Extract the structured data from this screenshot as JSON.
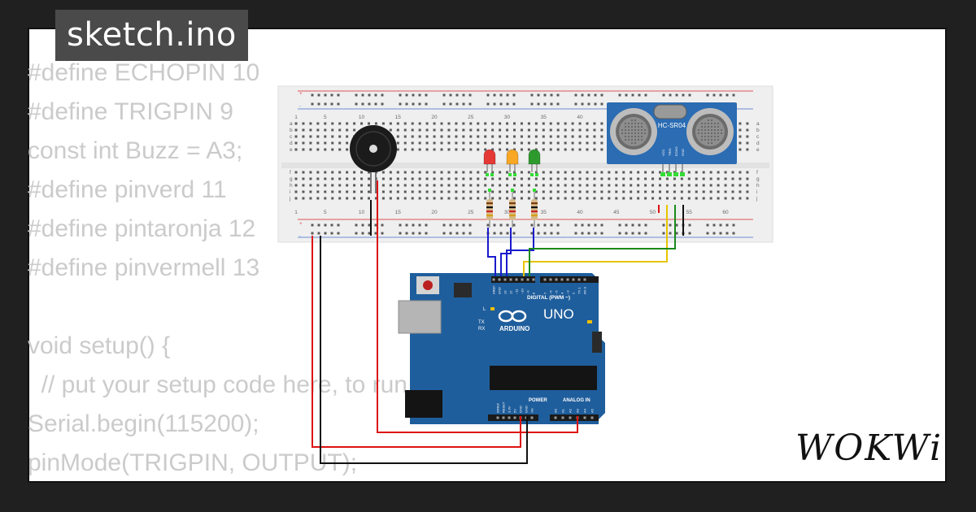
{
  "window": {
    "title": "sketch.ino"
  },
  "code": {
    "lines": [
      "#define ECHOPIN 10",
      "#define TRIGPIN 9",
      "const int Buzz = A3;",
      "#define pinverd 11",
      "#define pintaronja 12",
      "#define pinvermell 13",
      "",
      "void setup() {",
      "  // put your setup code here, to run once:",
      "Serial.begin(115200);",
      "pinMode(TRIGPIN, OUTPUT);"
    ]
  },
  "breadboard": {
    "column_numbers": [
      "1",
      "5",
      "10",
      "15",
      "20",
      "25",
      "30",
      "35",
      "40",
      "45",
      "50",
      "55",
      "60"
    ],
    "row_letters_top": [
      "a",
      "b",
      "c",
      "d",
      "e"
    ],
    "row_letters_bottom": [
      "f",
      "g",
      "h",
      "i",
      "j"
    ]
  },
  "sensor": {
    "label": "HC-SR04",
    "pins": [
      "VCC",
      "TRIG",
      "ECHO",
      "GND"
    ]
  },
  "arduino": {
    "brand": "ARDUINO",
    "model": "UNO",
    "digital_label": "DIGITAL (PWM ~)",
    "power_label": "POWER",
    "analog_label": "ANALOG IN",
    "on_label": "ON",
    "l_label": "L",
    "tx_label": "TX",
    "rx_label": "RX",
    "digital_pins": [
      "AREF",
      "GND",
      "13",
      "12",
      "~11",
      "~10",
      "~9",
      "8",
      "7",
      "~6",
      "~5",
      "4",
      "~3",
      "2",
      "TX 1",
      "RX 0"
    ],
    "power_pins": [
      "IOREF",
      "RESET",
      "3.3V",
      "5V",
      "GND",
      "GND",
      "Vin"
    ],
    "analog_pins": [
      "A0",
      "A1",
      "A2",
      "A3",
      "A4",
      "A5"
    ]
  },
  "leds": [
    {
      "name": "red",
      "color": "#e53935"
    },
    {
      "name": "orange",
      "color": "#f9a825"
    },
    {
      "name": "green",
      "color": "#2e9a2e"
    }
  ],
  "brand": {
    "logo": "WOKWi"
  },
  "colors": {
    "board_blue": "#1f5e9c",
    "sensor_blue": "#2b6cb3",
    "wire_red": "#dd1111",
    "wire_blue": "#1a1acc",
    "wire_green": "#1a8a1a",
    "wire_yellow": "#e8c400",
    "wire_black": "#111111"
  }
}
